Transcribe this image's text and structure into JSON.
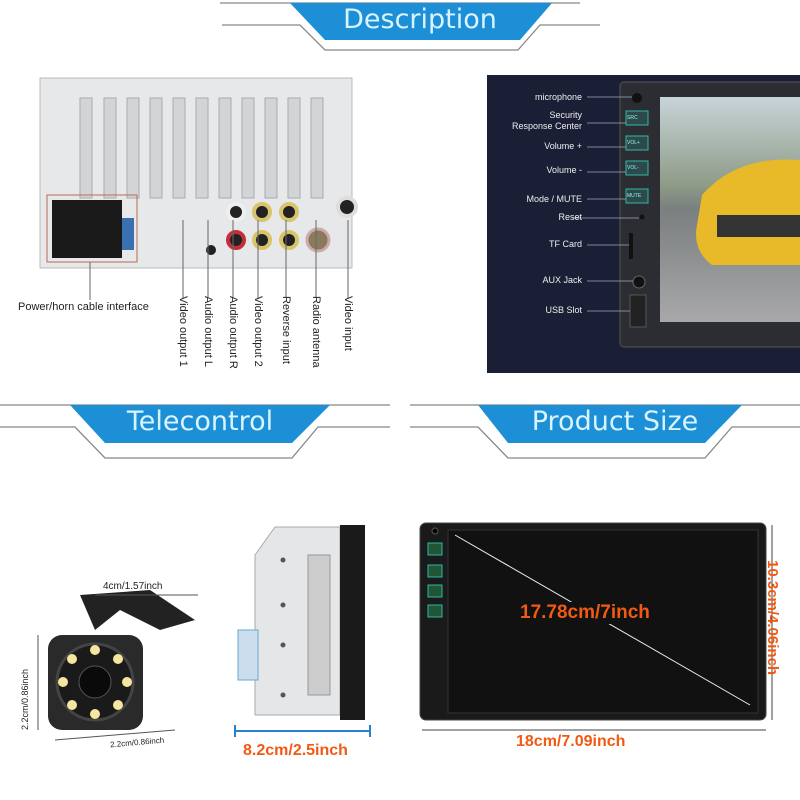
{
  "banners": {
    "description": "Description",
    "telecontrol": "Telecontrol",
    "product_size": "Product Size"
  },
  "rear_panel": {
    "power_label": "Power/horn cable interface",
    "port_labels": [
      "Video output 1",
      "Audio output L",
      "Audio output R",
      "Video output 2",
      "Reverse input",
      "Radio antenna",
      "Video input"
    ]
  },
  "front_panel": {
    "labels": [
      "microphone",
      "Security\nResponse Center",
      "Volume +",
      "Volume -",
      "Mode / MUTE",
      "Reset",
      "TF Card",
      "AUX Jack",
      "USB Slot"
    ],
    "buttons": [
      "SRC",
      "VOL+",
      "VOL-",
      "MUTE"
    ]
  },
  "dimensions": {
    "camera_width": "4cm/1.57inch",
    "camera_height": "2.2cm/0.86inch",
    "camera_depth": "2.2cm/0.86inch",
    "unit_depth": "8.2cm/2.5inch",
    "screen_diagonal": "17.78cm/7inch",
    "unit_height": "10.3cm/4.06inch",
    "unit_width": "18cm/7.09inch"
  },
  "colors": {
    "accent": "#1c8fd6",
    "dimension": "#f05a14",
    "panel_bg": "#1b1f36"
  }
}
